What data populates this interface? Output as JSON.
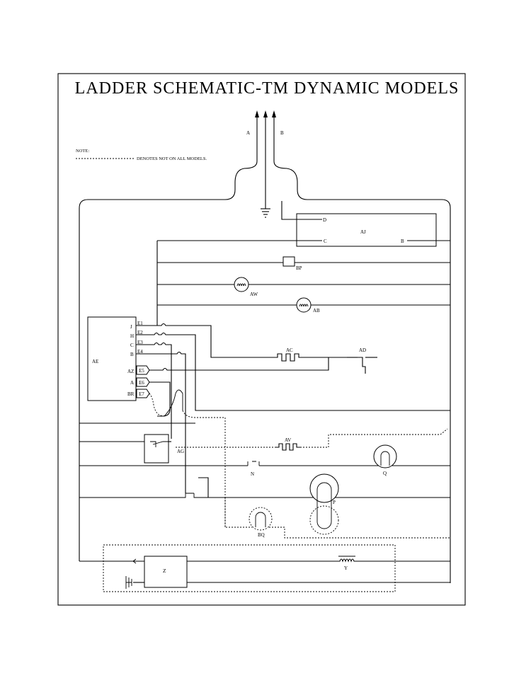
{
  "diagram": {
    "title": "LADDER SCHEMATIC-TM DYNAMIC MODELS",
    "note_heading": "NOTE:",
    "note_text": "DENOTES NOT ON ALL MODELS.",
    "supply": {
      "line_a": "A",
      "line_b": "B"
    },
    "components": {
      "aj": "AJ",
      "aj_d": "D",
      "aj_c": "C",
      "aj_b": "B",
      "bp": "BP",
      "aw": "AW",
      "ab": "AB",
      "ac": "AC",
      "ad": "AD",
      "ae": "AE",
      "az": "AZ",
      "av": "AV",
      "ag": "AG",
      "n": "N",
      "q": "Q",
      "p": "P",
      "bq": "BQ",
      "z": "Z",
      "y": "Y"
    },
    "ae_pins_left": {
      "j": "J",
      "h": "H",
      "c": "C",
      "b": "B",
      "a": "A",
      "br": "BR"
    },
    "ae_pins_right": {
      "e1": "E1",
      "e2": "E2",
      "e3": "E3",
      "e4": "E4",
      "e5": "E5",
      "e6": "E6",
      "e7": "E7"
    }
  }
}
